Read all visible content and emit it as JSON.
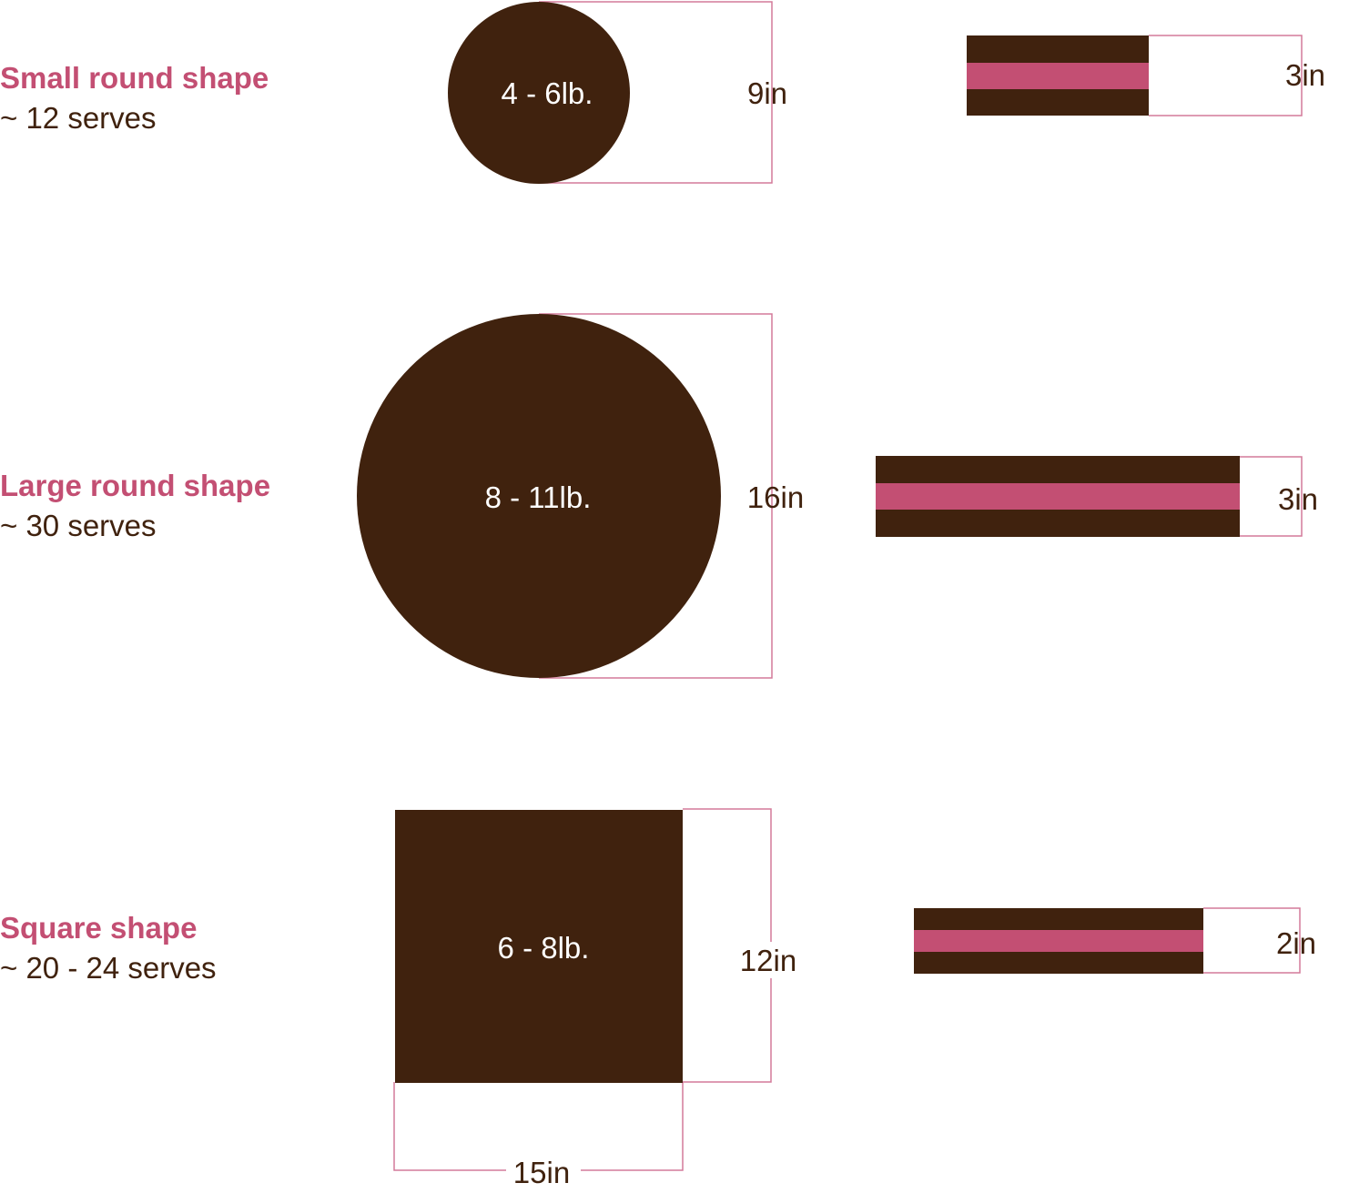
{
  "colors": {
    "cake": "#40220E",
    "filling": "#C34F73",
    "accent_text": "#C34F73",
    "body_text": "#40220E",
    "dimension_line": "#D47A9A",
    "inner_text": "#FFFFFF"
  },
  "cakes": [
    {
      "id": "small-round",
      "name": "Small round shape",
      "serves": "~ 12 serves",
      "shape": "circle",
      "weight": "4 - 6lb.",
      "diameter": "9in",
      "height": "3in"
    },
    {
      "id": "large-round",
      "name": "Large round shape",
      "serves": "~ 30 serves",
      "shape": "circle",
      "weight": "8 - 11lb.",
      "diameter": "16in",
      "height": "3in"
    },
    {
      "id": "square",
      "name": "Square shape",
      "serves": "~ 20 - 24 serves",
      "shape": "square",
      "weight": "6 - 8lb.",
      "side_height": "12in",
      "side_width": "15in",
      "height": "2in"
    }
  ]
}
